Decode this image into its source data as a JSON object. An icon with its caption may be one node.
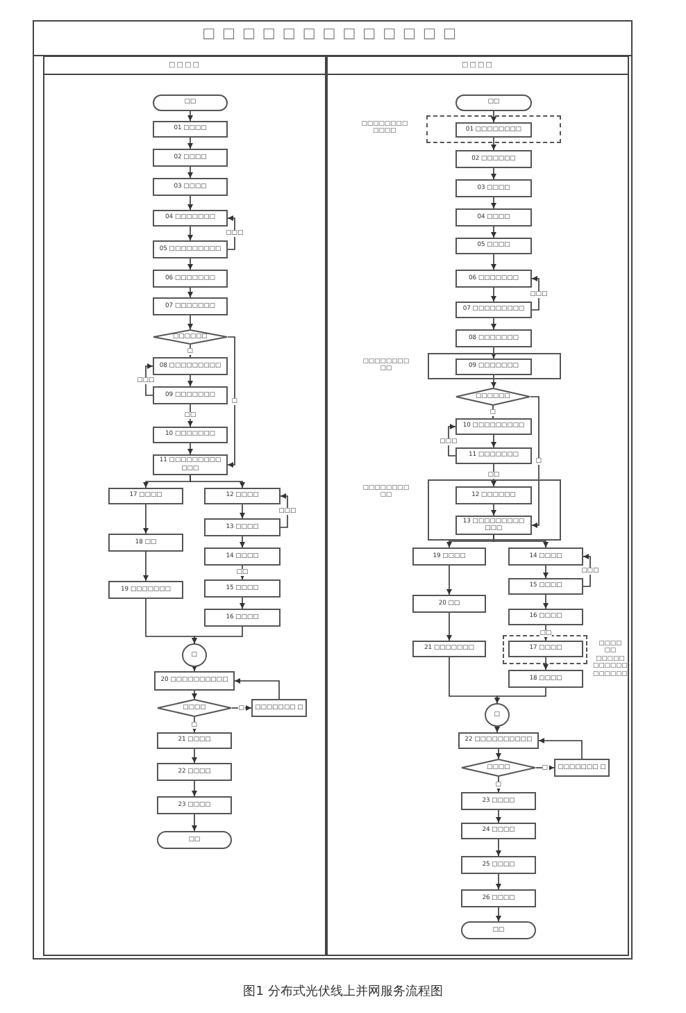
{
  "diagram": {
    "title": "□□□□□□□□□□□□□",
    "caption": "图1 分布式光伏线上并网服务流程图",
    "nodes": [
      {
        "text": [
          "□□□□"
        ]
      },
      {
        "text": [
          "□□□□"
        ]
      },
      {
        "text": [
          "□□"
        ],
        "in": 0
      },
      {
        "text": [
          "01 □□□□"
        ],
        "in": 0
      },
      {
        "text": [
          "02 □□□□"
        ],
        "in": 0
      },
      {
        "text": [
          "03 □□□□"
        ],
        "in": 0
      },
      {
        "text": [
          "04 □□□□□□□"
        ],
        "in": 0
      },
      {
        "text": [
          "05 □□□□□□□□□"
        ],
        "in": 0
      },
      {
        "text": [
          "06 □□□□□□□"
        ],
        "in": 0
      },
      {
        "text": [
          "07 □□□□□□□"
        ],
        "in": 0
      },
      {
        "text": [
          "□□□□□□"
        ],
        "in": 0
      },
      {
        "text": [
          "08 □□□□□□□□□"
        ],
        "in": 0
      },
      {
        "text": [
          "09 □□□□□□□"
        ],
        "in": 0
      },
      {
        "text": [
          "10 □□□□□□□"
        ],
        "in": 0
      },
      {
        "text": [
          "11 □□□□□□□□□ □□□"
        ],
        "in": 0
      },
      {
        "text": [
          "17 □□□□"
        ],
        "in": 0
      },
      {
        "text": [
          "12 □□□□"
        ],
        "in": 0
      },
      {
        "text": [
          "13 □□□□"
        ],
        "in": 0
      },
      {
        "text": [
          "18 □□"
        ],
        "in": 0
      },
      {
        "text": [
          "14 □□□□"
        ],
        "in": 0
      },
      {
        "text": [
          "19 □□□□□□□"
        ],
        "in": 0
      },
      {
        "text": [
          "15 □□□□"
        ],
        "in": 0
      },
      {
        "text": [
          "16 □□□□"
        ],
        "in": 0
      },
      {
        "text": [
          "□"
        ],
        "in": 0
      },
      {
        "text": [
          "20 □□□□□□□□□□"
        ],
        "in": 0
      },
      {
        "text": [
          "□□□□"
        ],
        "in": 0
      },
      {
        "text": [
          "□□□□□□□ □"
        ],
        "in": 0
      },
      {
        "text": [
          "21 □□□□"
        ],
        "in": 0
      },
      {
        "text": [
          "22 □□□□"
        ],
        "in": 0
      },
      {
        "text": [
          "23 □□□□"
        ],
        "in": 0
      },
      {
        "text": [
          "□□"
        ],
        "in": 0
      },
      {
        "text": [
          "□□"
        ],
        "in": 1
      },
      {
        "text": [
          "□□□□□□□□ □□□□"
        ],
        "in": 1
      },
      {
        "text": [
          "01 □□□□□□□□"
        ],
        "in": 32
      },
      {
        "text": [
          "02 □□□□□□"
        ],
        "in": 1
      },
      {
        "text": [
          "03 □□□□"
        ],
        "in": 1
      },
      {
        "text": [
          "04 □□□□"
        ],
        "in": 1
      },
      {
        "text": [
          "05 □□□□"
        ],
        "in": 1
      },
      {
        "text": [
          "06 □□□□□□□"
        ],
        "in": 1
      },
      {
        "text": [
          "07 □□□□□□□□□"
        ],
        "in": 1
      },
      {
        "text": [
          "08 □□□□□□□"
        ],
        "in": 1
      },
      {
        "text": [
          "□□□□□□□□ □□"
        ],
        "in": 1
      },
      {
        "text": [
          "09 □□□□□□□"
        ],
        "in": 41
      },
      {
        "text": [
          "□□□□□□"
        ],
        "in": 1
      },
      {
        "text": [
          "10 □□□□□□□□□"
        ],
        "in": 1
      },
      {
        "text": [
          "11 □□□□□□□"
        ],
        "in": 1
      },
      {
        "text": [
          "□□□□□□□□ □□"
        ],
        "in": 1
      },
      {
        "text": [
          "12 □□□□□□"
        ],
        "in": 46
      },
      {
        "text": [
          "13 □□□□□□□□□ □□□"
        ],
        "in": 46
      },
      {
        "text": [
          "19 □□□□"
        ],
        "in": 1
      },
      {
        "text": [
          "14 □□□□"
        ],
        "in": 1
      },
      {
        "text": [
          "15 □□□□"
        ],
        "in": 1
      },
      {
        "text": [
          "20 □□"
        ],
        "in": 1
      },
      {
        "text": [
          "16 □□□□"
        ],
        "in": 1
      },
      {
        "text": [
          "□□□□ □□ □□□□□ □□□□□□ □□□□□□"
        ],
        "in": 1
      },
      {
        "text": [
          "21 □□□□□□□"
        ],
        "in": 1
      },
      {
        "text": [
          "17 □□□□"
        ],
        "in": 54
      },
      {
        "text": [
          "18 □□□□"
        ],
        "in": 1
      },
      {
        "text": [
          "□"
        ],
        "in": 1
      },
      {
        "text": [
          "22 □□□□□□□□□□"
        ],
        "in": 1
      },
      {
        "text": [
          "□□□□"
        ],
        "in": 1
      },
      {
        "text": [
          "□□□□□□□ □"
        ],
        "in": 1
      },
      {
        "text": [
          "23 □□□□"
        ],
        "in": 1
      },
      {
        "text": [
          "24 □□□□"
        ],
        "in": 1
      },
      {
        "text": [
          "25 □□□□"
        ],
        "in": 1
      },
      {
        "text": [
          "26 □□□□"
        ],
        "in": 1
      },
      {
        "text": [
          "□□"
        ],
        "in": 1
      }
    ],
    "edges": [
      {
        "from": 2,
        "to": 3,
        "arrow": "to"
      },
      {
        "from": 3,
        "to": 4,
        "arrow": "to"
      },
      {
        "from": 4,
        "to": 5,
        "arrow": "to"
      },
      {
        "from": 5,
        "to": 6,
        "arrow": "to"
      },
      {
        "from": 6,
        "to": 7,
        "arrow": "to"
      },
      {
        "from": 7,
        "to": 6,
        "arrow": "to",
        "label": "□□□"
      },
      {
        "from": 7,
        "to": 8,
        "arrow": "to"
      },
      {
        "from": 8,
        "to": 9,
        "arrow": "to"
      },
      {
        "from": 9,
        "to": 10,
        "arrow": "to"
      },
      {
        "from": 10,
        "to": 11,
        "arrow": "to",
        "label": "□"
      },
      {
        "from": 11,
        "to": 12,
        "arrow": "to"
      },
      {
        "from": 12,
        "to": 11,
        "arrow": "to",
        "label": "□□□"
      },
      {
        "from": 12,
        "to": 13,
        "arrow": "to",
        "label": "□□"
      },
      {
        "from": 13,
        "to": 14,
        "arrow": "to"
      },
      {
        "from": 10,
        "to": 14,
        "arrow": "to",
        "label": "□"
      },
      {
        "from": 14,
        "to": 15,
        "arrow": "to"
      },
      {
        "from": 14,
        "to": 16,
        "arrow": "to"
      },
      {
        "from": 15,
        "to": 18,
        "arrow": "to"
      },
      {
        "from": 18,
        "to": 20,
        "arrow": "to"
      },
      {
        "from": 16,
        "to": 17,
        "arrow": "to"
      },
      {
        "from": 17,
        "to": 16,
        "arrow": "to",
        "label": "□□□"
      },
      {
        "from": 17,
        "to": 19,
        "arrow": "to"
      },
      {
        "from": 19,
        "to": 21,
        "arrow": "to",
        "label": "□□"
      },
      {
        "from": 21,
        "to": 22,
        "arrow": "to"
      },
      {
        "from": 20,
        "to": 23,
        "arrow": "to"
      },
      {
        "from": 22,
        "to": 23,
        "arrow": "to"
      },
      {
        "from": 23,
        "to": 24,
        "arrow": "to"
      },
      {
        "from": 24,
        "to": 25,
        "arrow": "to"
      },
      {
        "from": 25,
        "to": 26,
        "arrow": "to",
        "label": "□"
      },
      {
        "from": 26,
        "to": 24,
        "arrow": "to"
      },
      {
        "from": 25,
        "to": 27,
        "arrow": "to",
        "label": "□"
      },
      {
        "from": 27,
        "to": 28,
        "arrow": "to"
      },
      {
        "from": 28,
        "to": 29,
        "arrow": "to"
      },
      {
        "from": 29,
        "to": 30,
        "arrow": "to"
      },
      {
        "from": 31,
        "to": 33,
        "arrow": "to"
      },
      {
        "from": 33,
        "to": 34,
        "arrow": "to"
      },
      {
        "from": 34,
        "to": 35,
        "arrow": "to"
      },
      {
        "from": 35,
        "to": 36,
        "arrow": "to"
      },
      {
        "from": 36,
        "to": 37,
        "arrow": "to"
      },
      {
        "from": 37,
        "to": 38,
        "arrow": "to"
      },
      {
        "from": 38,
        "to": 39,
        "arrow": "to"
      },
      {
        "from": 39,
        "to": 38,
        "arrow": "to",
        "label": "□□□"
      },
      {
        "from": 39,
        "to": 40,
        "arrow": "to"
      },
      {
        "from": 40,
        "to": 42,
        "arrow": "to"
      },
      {
        "from": 42,
        "to": 43,
        "arrow": "to"
      },
      {
        "from": 43,
        "to": 44,
        "arrow": "to",
        "label": "□"
      },
      {
        "from": 44,
        "to": 45,
        "arrow": "to"
      },
      {
        "from": 45,
        "to": 44,
        "arrow": "to",
        "label": "□□□"
      },
      {
        "from": 43,
        "to": 48,
        "arrow": "to",
        "label": "□"
      },
      {
        "from": 45,
        "to": 47,
        "arrow": "to",
        "label": "□□"
      },
      {
        "from": 47,
        "to": 48,
        "arrow": "to"
      },
      {
        "from": 48,
        "to": 49,
        "arrow": "to"
      },
      {
        "from": 48,
        "to": 50,
        "arrow": "to"
      },
      {
        "from": 49,
        "to": 52,
        "arrow": "to"
      },
      {
        "from": 52,
        "to": 55,
        "arrow": "to"
      },
      {
        "from": 50,
        "to": 51,
        "arrow": "to"
      },
      {
        "from": 51,
        "to": 50,
        "arrow": "to",
        "label": "□□□"
      },
      {
        "from": 51,
        "to": 53,
        "arrow": "to"
      },
      {
        "from": 53,
        "to": 56,
        "arrow": "to",
        "label": "□□"
      },
      {
        "from": 56,
        "to": 57,
        "arrow": "to"
      },
      {
        "from": 55,
        "to": 58,
        "arrow": "to"
      },
      {
        "from": 57,
        "to": 58,
        "arrow": "to"
      },
      {
        "from": 58,
        "to": 59,
        "arrow": "to"
      },
      {
        "from": 59,
        "to": 60,
        "arrow": "to"
      },
      {
        "from": 60,
        "to": 61,
        "arrow": "to",
        "label": "□"
      },
      {
        "from": 61,
        "to": 59,
        "arrow": "to"
      },
      {
        "from": 60,
        "to": 62,
        "arrow": "to",
        "label": "□"
      },
      {
        "from": 62,
        "to": 63,
        "arrow": "to"
      },
      {
        "from": 63,
        "to": 64,
        "arrow": "to"
      },
      {
        "from": 64,
        "to": 65,
        "arrow": "to"
      },
      {
        "from": 65,
        "to": 66,
        "arrow": "to"
      }
    ]
  }
}
